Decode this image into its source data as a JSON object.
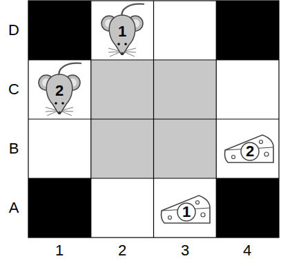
{
  "diagram": {
    "nodes": [
      {
        "text": [
          "1"
        ]
      },
      {
        "text": [
          "2"
        ]
      },
      {
        "text": [
          "2"
        ]
      },
      {
        "text": [
          "1"
        ]
      }
    ],
    "labels": [
      "D",
      "C",
      "B",
      "A",
      "1",
      "2",
      "3",
      "4"
    ]
  }
}
